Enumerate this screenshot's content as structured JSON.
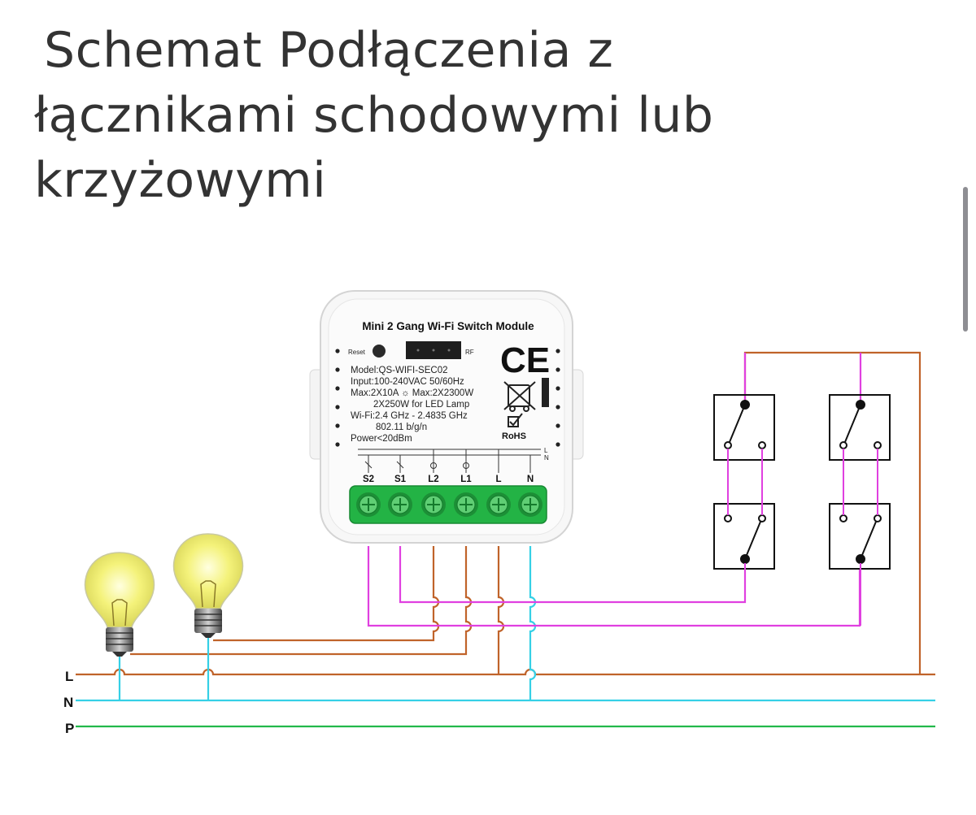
{
  "title": {
    "line1": "Schemat Podłączenia z",
    "line2": "łącznikami schodowymi lub",
    "line3": "krzyżowymi"
  },
  "module": {
    "header": "Mini 2 Gang Wi-Fi Switch Module",
    "reset_label": "Reset",
    "rf_label": "RF",
    "ce_mark": "CE",
    "rohs_label": "RoHS",
    "spec_lines": [
      "Model:QS-WIFI-SEC02",
      "Input:100-240VAC 50/60Hz",
      "Max:2X10A ☼ Max:2X2300W",
      "2X250W for LED Lamp",
      "Wi-Fi:2.4 GHz - 2.4835 GHz",
      "802.11 b/g/n",
      "Power<20dBm"
    ],
    "bus_labels": [
      "L",
      "N"
    ],
    "terminals": [
      "S2",
      "S1",
      "L2",
      "L1",
      "L",
      "N"
    ]
  },
  "lines": {
    "L": "L",
    "N": "N",
    "P": "P"
  },
  "colors": {
    "live": "#c0632a",
    "neutral": "#35d0e6",
    "pe": "#22b84a",
    "switched": "#e040e0",
    "terminal_green": "#23b345",
    "bulb_glow": "#f3f07a",
    "title_text": "#333333"
  },
  "icons": [
    "bulb-icon",
    "stair-switch-icon",
    "weee-bin-icon",
    "ce-mark-icon",
    "reset-button-icon"
  ]
}
